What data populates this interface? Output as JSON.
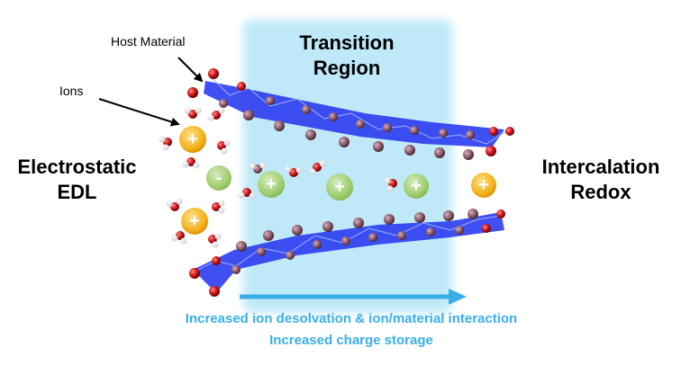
{
  "labels": {
    "host_material": "Host Material",
    "ions": "Ions",
    "transition_line1": "Transition",
    "transition_line2": "Region",
    "left_line1": "Electrostatic",
    "left_line2": "EDL",
    "right_line1": "Intercalation",
    "right_line2": "Redox",
    "caption_line1": "Increased ion desolvation & ion/material interaction",
    "caption_line2": "Increased charge storage"
  },
  "symbols": {
    "cation": "+",
    "anion": "-"
  },
  "colors": {
    "transition_region": "#bfe9f8",
    "host_layer": "#2a3cf0",
    "atom_red": "#d01818",
    "atom_mauve": "#8a5a6a",
    "cation": "#f3b21b",
    "anion": "#9ccb6a",
    "arrow": "#3aaee8"
  }
}
